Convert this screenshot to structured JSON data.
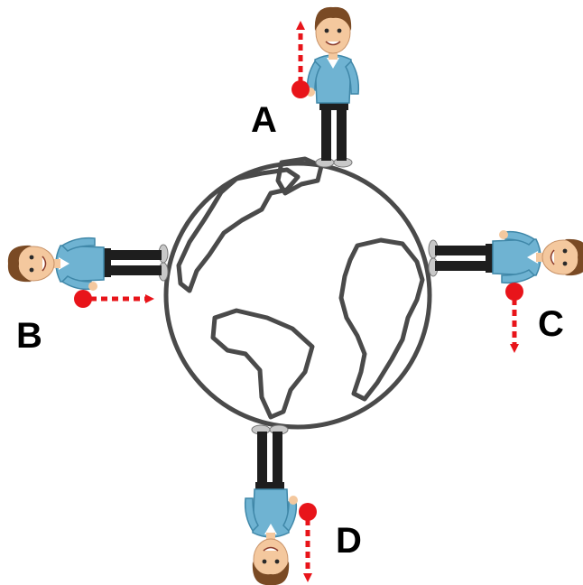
{
  "labels": {
    "a": "A",
    "b": "B",
    "c": "C",
    "d": "D"
  },
  "colors": {
    "background": "#ffffff",
    "globe_outline": "#4a4a4a",
    "ball": "#e8141a",
    "arrow": "#e8141a",
    "shirt": "#6fb3d2",
    "skin": "#f4c89e",
    "hair": "#7a4a24",
    "trousers": "#1e1e1e",
    "shoes": "#c8c8c8"
  },
  "icons": {
    "globe": "globe-icon",
    "person": "person-icon",
    "ball": "ball-icon",
    "arrow": "arrow-icon"
  }
}
